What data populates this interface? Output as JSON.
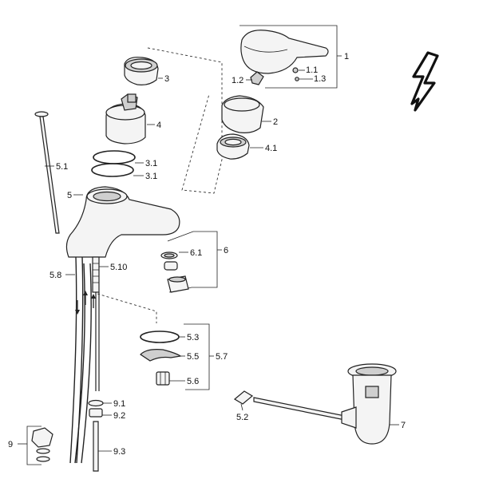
{
  "labels": {
    "l1": "1",
    "l1_1": "1.1",
    "l1_2": "1.2",
    "l1_3": "1.3",
    "l2": "2",
    "l3": "3",
    "l3_1a": "3.1",
    "l3_1b": "3.1",
    "l4": "4",
    "l4_1": "4.1",
    "l5": "5",
    "l5_1": "5.1",
    "l5_2": "5.2",
    "l5_3": "5.3",
    "l5_5": "5.5",
    "l5_6": "5.6",
    "l5_7": "5.7",
    "l5_8": "5.8",
    "l5_10": "5.10",
    "l6": "6",
    "l6_1": "6.1",
    "l7": "7",
    "l9": "9",
    "l9_1": "9.1",
    "l9_2": "9.2",
    "l9_3": "9.3"
  },
  "icons": {
    "voltage": "lightning-bolt-icon"
  }
}
